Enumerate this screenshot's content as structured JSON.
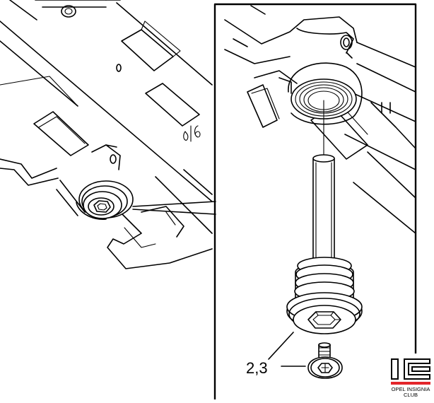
{
  "callout": {
    "label": "2,3"
  },
  "logo": {
    "letters": "IC",
    "line1": "OPEL INSIGNIA",
    "line2": "CLUB",
    "accent_color": "#e3262b"
  }
}
